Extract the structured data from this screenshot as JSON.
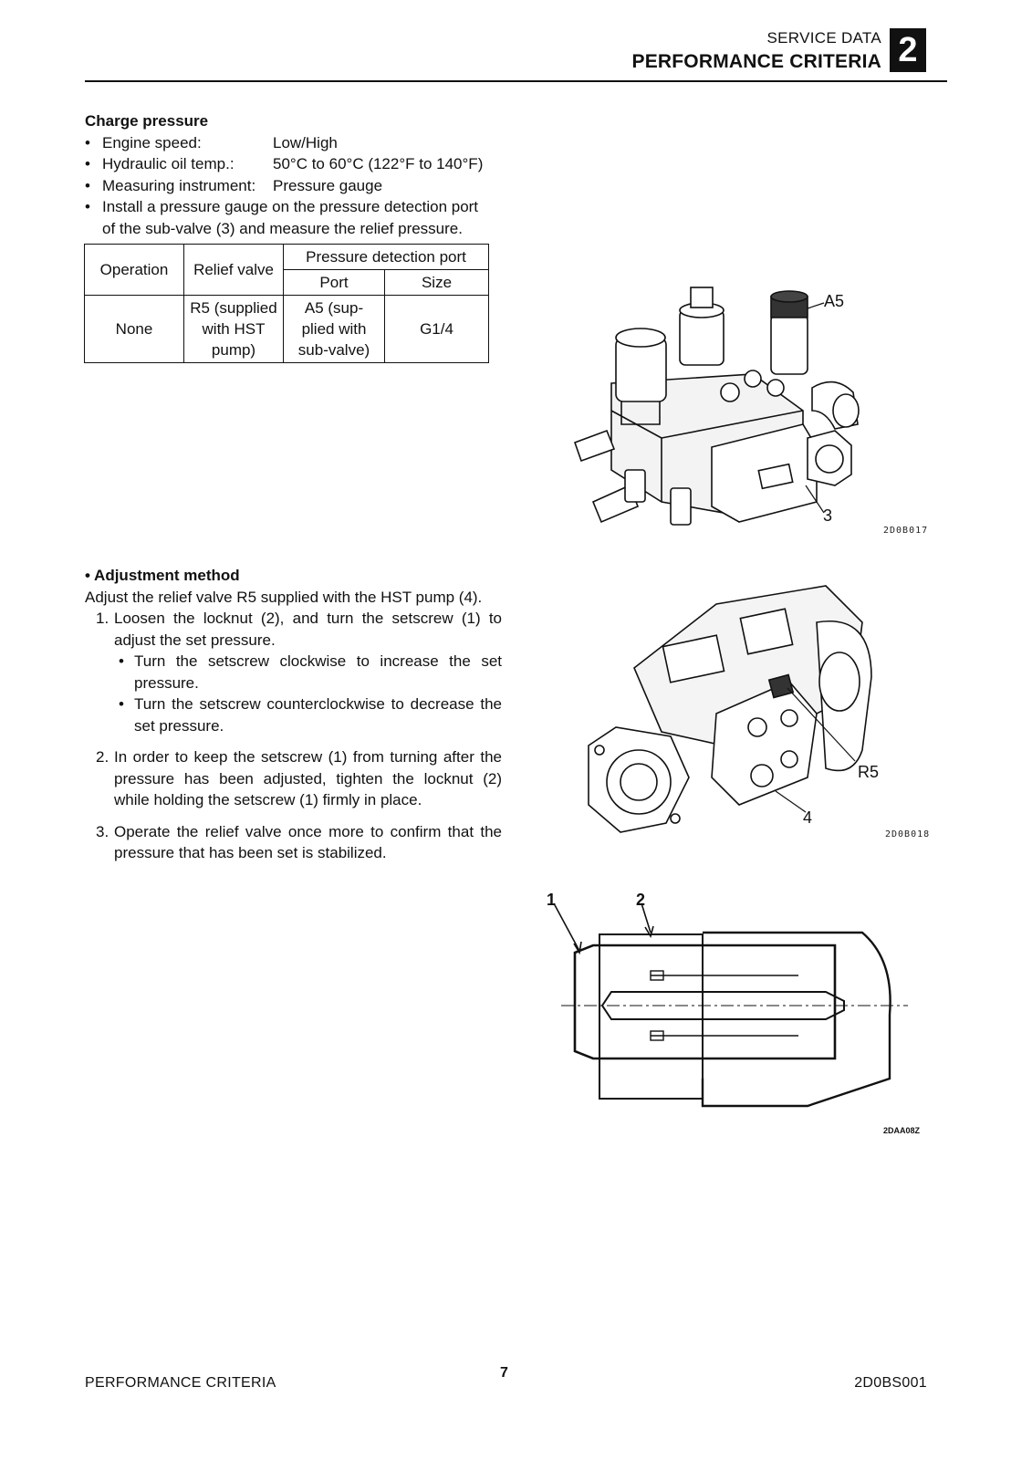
{
  "header": {
    "section": "SERVICE DATA",
    "title": "PERFORMANCE CRITERIA",
    "chapter": "2"
  },
  "charge": {
    "heading": "Charge pressure",
    "items": [
      {
        "key": "Engine speed:",
        "value": "Low/High"
      },
      {
        "key": "Hydraulic oil temp.:",
        "value": "50°C to 60°C (122°F to 140°F)"
      },
      {
        "key": "Measuring instrument:",
        "value": "Pressure gauge"
      }
    ],
    "install_line1": "Install a pressure gauge on the pressure detection port",
    "install_line2": "of the sub-valve (3) and measure the relief pressure."
  },
  "table": {
    "h_operation": "Operation",
    "h_relief": "Relief valve",
    "h_pdp": "Pressure detection port",
    "h_port": "Port",
    "h_size": "Size",
    "r_operation": "None",
    "r_relief": [
      "R5 (supplied",
      "with HST",
      "pump)"
    ],
    "r_port": [
      "A5 (sup-",
      "plied with",
      "sub-valve)"
    ],
    "r_size": "G1/4"
  },
  "adjust": {
    "heading": "• Adjustment method",
    "intro": "Adjust the relief valve R5 supplied with the HST pump (4).",
    "step1": "Loosen the locknut (2), and turn the setscrew (1) to adjust the set pressure.",
    "step1_sub1": "Turn the setscrew clockwise to increase the set pressure.",
    "step1_sub2": "Turn the setscrew counterclockwise to decrease the set pressure.",
    "step2": "In order to keep the setscrew (1) from turning after the pressure has been adjusted, tighten the locknut (2) while holding the setscrew (1) firmly in place.",
    "step3": "Operate the relief valve once more to confirm that the pressure that has been set is stabilized.",
    "n1": "1.",
    "n2": "2.",
    "n3": "3."
  },
  "figures": {
    "fig1": {
      "code": "2D0B017",
      "label_a5": "A5",
      "label_3": "3"
    },
    "fig2": {
      "code": "2D0B018",
      "label_r5": "R5",
      "label_4": "4"
    },
    "fig3": {
      "code": "2DAA08Z",
      "label_1": "1",
      "label_2": "2"
    }
  },
  "footer": {
    "left": "PERFORMANCE CRITERIA",
    "page": "7",
    "right": "2D0BS001"
  }
}
